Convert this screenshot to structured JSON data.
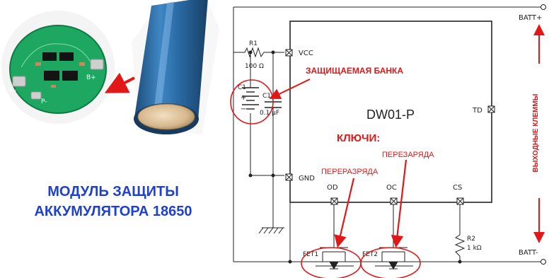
{
  "left_panel": {
    "caption_line1": "МОДУЛЬ ЗАЩИТЫ",
    "caption_line2": "АККУМУЛЯТОРА 18650",
    "pcb_marks": {
      "b_minus": "B-",
      "b_plus": "B+",
      "p_minus": "P-"
    },
    "caption_color": "#1f3fd0"
  },
  "chip": {
    "name": "DW01-P"
  },
  "pins": {
    "vcc": "VCC",
    "gnd": "GND",
    "td": "TD",
    "od": "OD",
    "oc": "OC",
    "cs": "CS"
  },
  "components": {
    "r1_name": "R1",
    "r1_value": "100 Ω",
    "c1_name": "C1",
    "c1_value": "0.1 μF",
    "cell_name": "C1",
    "r2_name": "R2",
    "r2_value": "1 kΩ",
    "fet1": "FET1",
    "fet2": "FET2",
    "cell_plus": "+",
    "cell_minus": "−"
  },
  "terminals": {
    "batt_plus": "BATT+",
    "batt_minus": "BATT-"
  },
  "annotations": {
    "protected_cell": "ЗАЩИЩАЕМАЯ БАНКА",
    "switches": "КЛЮЧИ:",
    "overcharge": "ПЕРЕЗАРЯДА",
    "overdischarge": "ПЕРЕРАЗРЯДА",
    "output_terminals": "ВЫХОДНЫЕ КЛЕММЫ",
    "color": "#e01818"
  }
}
